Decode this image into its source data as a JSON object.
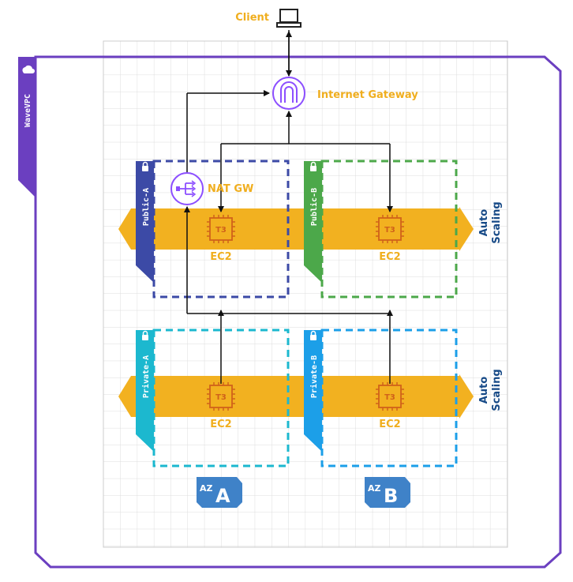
{
  "client": {
    "label": "Client",
    "icon": "laptop-icon"
  },
  "gateway": {
    "label": "Internet Gateway",
    "icon": "internet-gateway-icon"
  },
  "nat": {
    "label": "NAT GW",
    "icon": "nat-gateway-icon"
  },
  "vpc": {
    "label": "WaveVPC",
    "icon": "cloud-icon",
    "color": "#6B3FC0"
  },
  "subnets": {
    "public_a": {
      "label": "Public-A",
      "color": "#3C4AA6",
      "border": "#3C4AA6"
    },
    "public_b": {
      "label": "Public-B",
      "color": "#4CA84A",
      "border": "#4CA84A"
    },
    "private_a": {
      "label": "Private-A",
      "color": "#1CB8CF",
      "border": "#1CB8CF"
    },
    "private_b": {
      "label": "Private-B",
      "color": "#1C9FE8",
      "border": "#1C9FE8"
    }
  },
  "instances": {
    "ec2_label": "EC2",
    "chip_label": "T3",
    "color": "#D0621A"
  },
  "scaling": {
    "public_label_1": "Auto",
    "public_label_2": "Scaling",
    "private_label_1": "Auto",
    "private_label_2": "Scaling",
    "band_color": "#F2B120"
  },
  "zones": {
    "a": {
      "prefix": "AZ",
      "letter": "A"
    },
    "b": {
      "prefix": "AZ",
      "letter": "B"
    },
    "color": "#3F82C8"
  }
}
